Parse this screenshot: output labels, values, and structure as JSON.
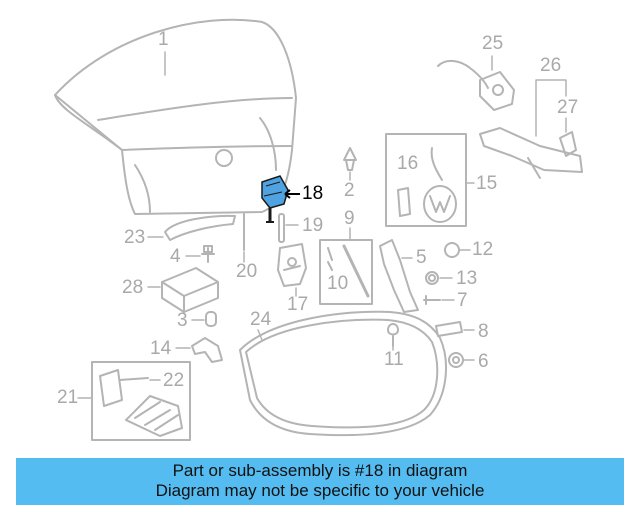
{
  "callouts": {
    "c1": "1",
    "c2": "2",
    "c3": "3",
    "c4": "4",
    "c5": "5",
    "c6": "6",
    "c7": "7",
    "c8": "8",
    "c9": "9",
    "c10": "10",
    "c11": "11",
    "c12": "12",
    "c13": "13",
    "c14": "14",
    "c15": "15",
    "c16": "16",
    "c17": "17",
    "c18": "18",
    "c19": "19",
    "c20": "20",
    "c21": "21",
    "c22": "22",
    "c23": "23",
    "c24": "24",
    "c25": "25",
    "c26": "26",
    "c27": "27",
    "c28": "28"
  },
  "highlighted_part": "18",
  "banner": {
    "line1": "Part or sub-assembly is #18 in diagram",
    "line2": "Diagram may not be specific to your vehicle"
  },
  "colors": {
    "line_art": "#b4b4b4",
    "highlight_part": "#4fa3e0",
    "banner_bg": "#54bcf0"
  }
}
